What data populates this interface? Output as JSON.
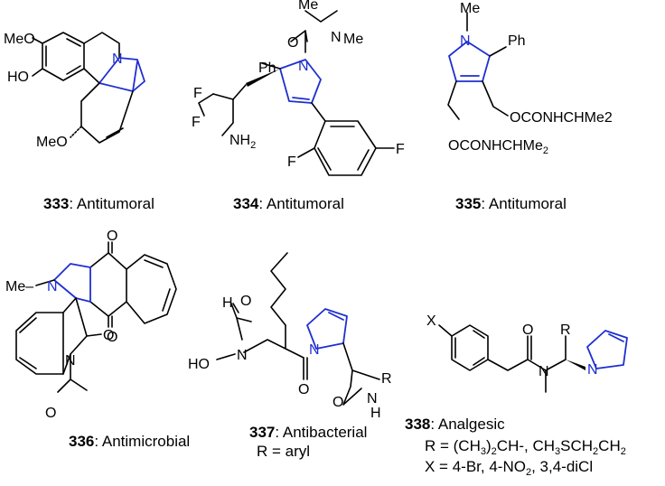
{
  "compounds": [
    {
      "id": "333",
      "activity": "Antitumoral",
      "caption_sep": ": "
    },
    {
      "id": "334",
      "activity": "Antitumoral",
      "caption_sep": ": "
    },
    {
      "id": "335",
      "activity": "Antitumoral",
      "caption_sep": ": "
    },
    {
      "id": "336",
      "activity": "Antimicrobial",
      "caption_sep": ": "
    },
    {
      "id": "337",
      "activity": "Antibacterial",
      "caption_sep": ": ",
      "note": "R = aryl"
    },
    {
      "id": "338",
      "activity": "Analgesic",
      "caption_sep": ": ",
      "note1": "R = (CH3)2CH-, CH3SCH2CH2",
      "note2": "X = 4-Br, 4-NO2, 3,4-diCl"
    }
  ],
  "labels": {
    "meo": "MeO",
    "ho": "HO",
    "n": "N",
    "meo_dot": "MeO",
    "me": "Me",
    "o": "O",
    "ph": "Ph",
    "f": "F",
    "nh2": "NH2",
    "ocon": "OCONHCHMe2",
    "h": "H",
    "nh": "N",
    "r": "R",
    "x": "X"
  },
  "colors": {
    "highlight": "#1f2fd0",
    "bond": "#000000"
  }
}
